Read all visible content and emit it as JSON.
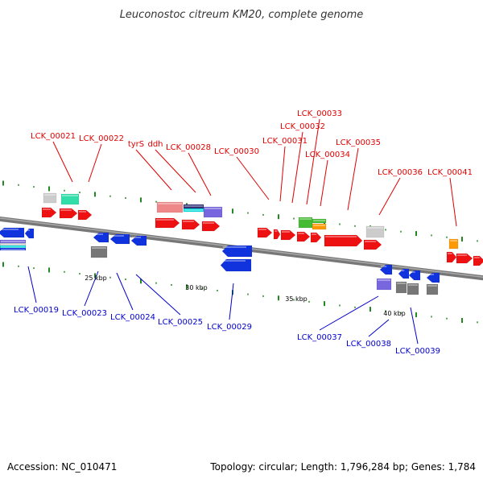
{
  "title": "Leuconostoc citreum KM20, complete genome",
  "footer": {
    "accession": "Accession: NC_010471",
    "topology": "Topology: circular; Length: 1,796,284 bp; Genes: 1,784"
  },
  "colors": {
    "forward_cds": "#ee1111",
    "reverse_cds": "#1133dd",
    "backbone": "#888888",
    "tick": "#228822",
    "label_top": "#e00000",
    "label_bottom": "#0000cc",
    "light_grey": "#cccccc",
    "dark_grey": "#777777",
    "teal": "#33ddaa",
    "pink": "#ee8888",
    "purple": "#7766dd",
    "cyan": "#00dddd",
    "green": "#44bb33",
    "orange": "#ff9900",
    "navy": "#333377"
  },
  "scale_labels": [
    "25 kbp",
    "30 kbp",
    "35 kbp",
    "40 kbp"
  ],
  "top_labels": [
    "LCK_00021",
    "LCK_00022",
    "tyrS",
    "ddh",
    "LCK_00028",
    "LCK_00030",
    "LCK_00031",
    "LCK_00032",
    "LCK_00033",
    "LCK_00034",
    "LCK_00035",
    "LCK_00036",
    "LCK_00041"
  ],
  "bottom_labels": [
    "LCK_00019",
    "LCK_00023",
    "LCK_00024",
    "LCK_00025",
    "LCK_00029",
    "LCK_00037",
    "LCK_00038",
    "LCK_00039"
  ]
}
